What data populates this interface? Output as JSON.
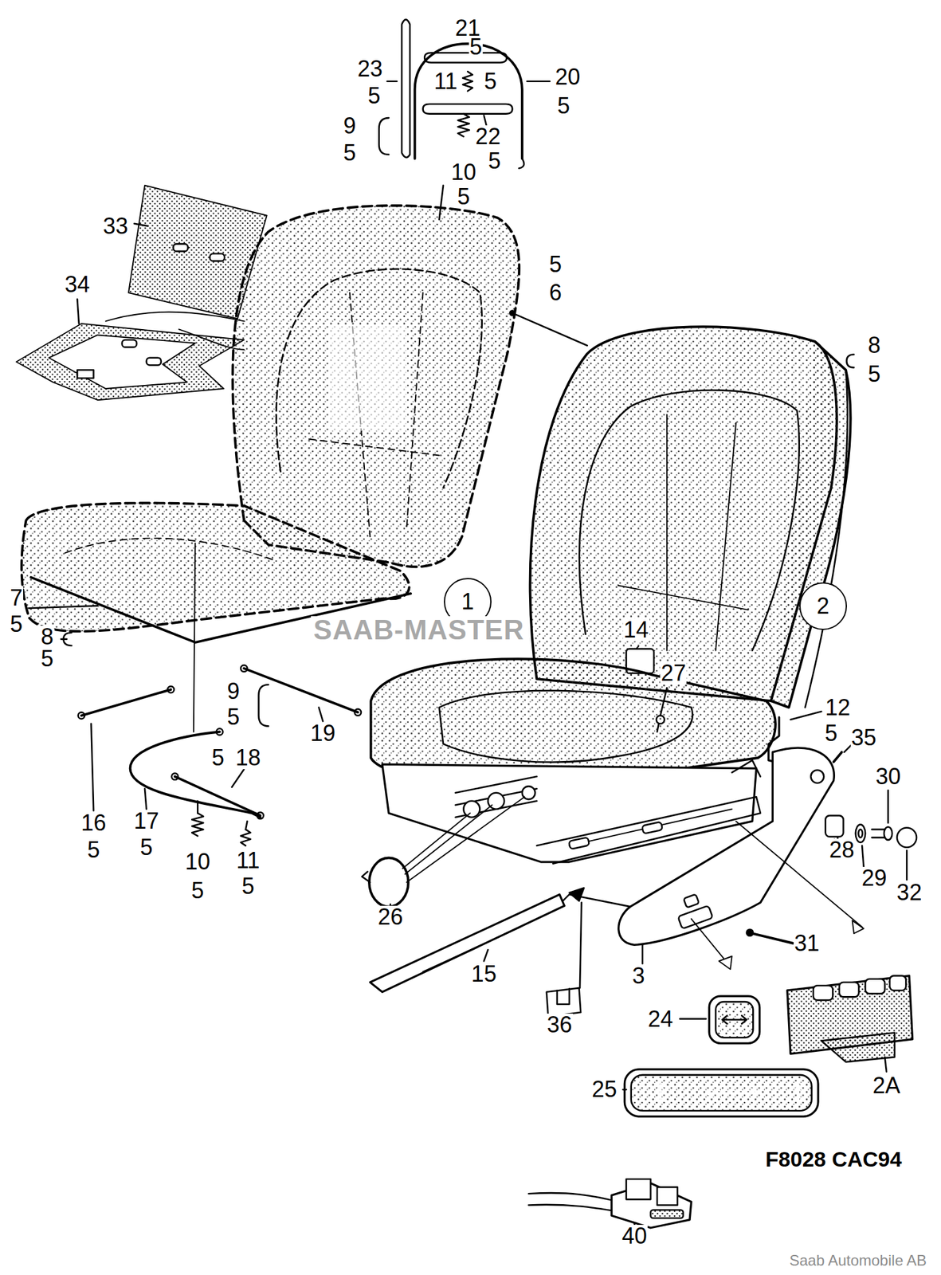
{
  "diagram": {
    "nodes": [
      {
        "text": [
          "1"
        ]
      },
      {
        "text": [
          "2"
        ]
      }
    ],
    "labels": [
      "21",
      "5",
      "23",
      "11",
      "5",
      "20",
      "5",
      "5",
      "9",
      "22",
      "5",
      "5",
      "10",
      "5",
      "33",
      "5",
      "34",
      "6",
      "8",
      "5",
      "7",
      "SAAB-MASTER",
      "5",
      "14",
      "8",
      "5",
      "27",
      "9",
      "12",
      "5",
      "19",
      "5",
      "35",
      "5",
      "18",
      "30",
      "16",
      "17",
      "5",
      "5",
      "28",
      "10",
      "11",
      "29",
      "5",
      "5",
      "32",
      "26",
      "31",
      "15",
      "3",
      "24",
      "36",
      "2A",
      "25",
      "F8028 CAC94",
      "40",
      "Saab Automobile AB"
    ]
  }
}
